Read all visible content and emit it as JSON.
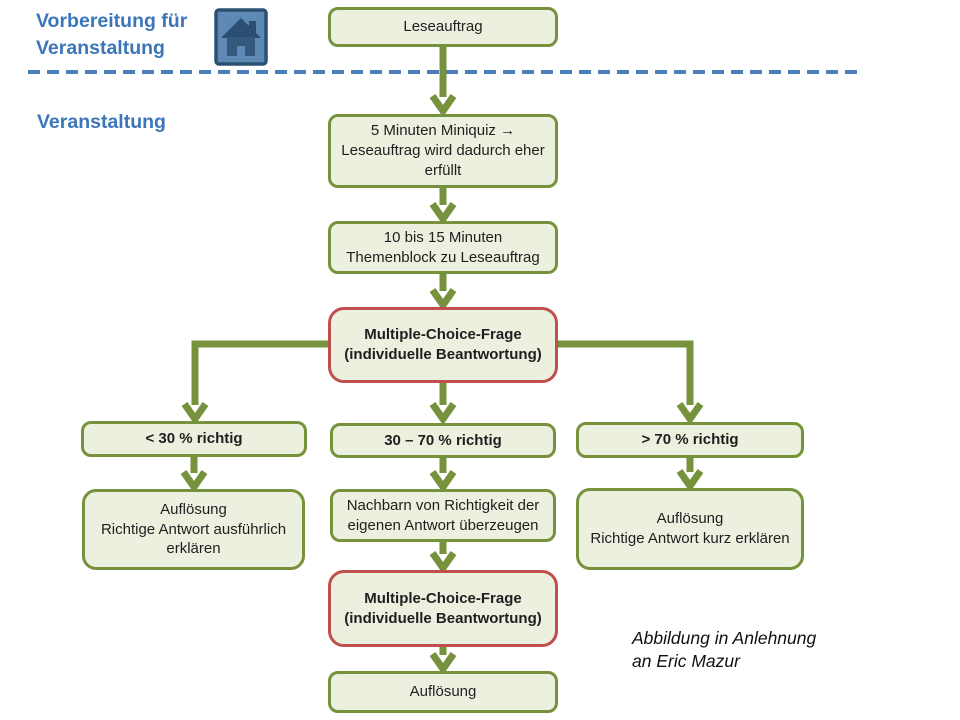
{
  "slide": {
    "phase1_label": "Vorbereitung für\nVeranstaltung",
    "phase2_label": "Veranstaltung",
    "caption": "Abbildung in Anlehnung\nan Eric Mazur"
  },
  "icons": {
    "home": "home-icon"
  },
  "colors": {
    "accent_blue": "#3C76B9",
    "dashed_line": "#4A7EBB",
    "node_fill": "#EBF1DE",
    "node_border_green": "#76923C",
    "node_border_red": "#C0504D",
    "arrow_green": "#76923C",
    "home_icon_fill": "#5D89B4",
    "home_icon_border": "#2C5170"
  },
  "flow": {
    "nodes": [
      {
        "id": "leseauftrag",
        "text": "Leseauftrag"
      },
      {
        "id": "miniquiz",
        "text": "5 Minuten Miniquiz →\nLeseauftrag wird dadurch eher\nerfüllt"
      },
      {
        "id": "themenblock",
        "text": "10 bis 15 Minuten\nThemenblock zu Leseauftrag"
      },
      {
        "id": "mc-frage-1",
        "text": "Multiple-Choice-Frage\n(individuelle Beantwortung)"
      },
      {
        "id": "unter-30",
        "text": "< 30 % richtig"
      },
      {
        "id": "30-bis-70",
        "text": "30 – 70 % richtig"
      },
      {
        "id": "ueber-70",
        "text": "> 70 % richtig"
      },
      {
        "id": "aufloesung-ausfuehrlich",
        "text": "Auflösung\nRichtige Antwort ausführlich\nerklären"
      },
      {
        "id": "nachbarn",
        "text": "Nachbarn von Richtigkeit der\neigenen Antwort überzeugen"
      },
      {
        "id": "aufloesung-kurz",
        "text": "Auflösung\nRichtige Antwort kurz erklären"
      },
      {
        "id": "mc-frage-2",
        "text": "Multiple-Choice-Frage\n(individuelle Beantwortung)"
      },
      {
        "id": "aufloesung-final",
        "text": "Auflösung"
      }
    ]
  }
}
